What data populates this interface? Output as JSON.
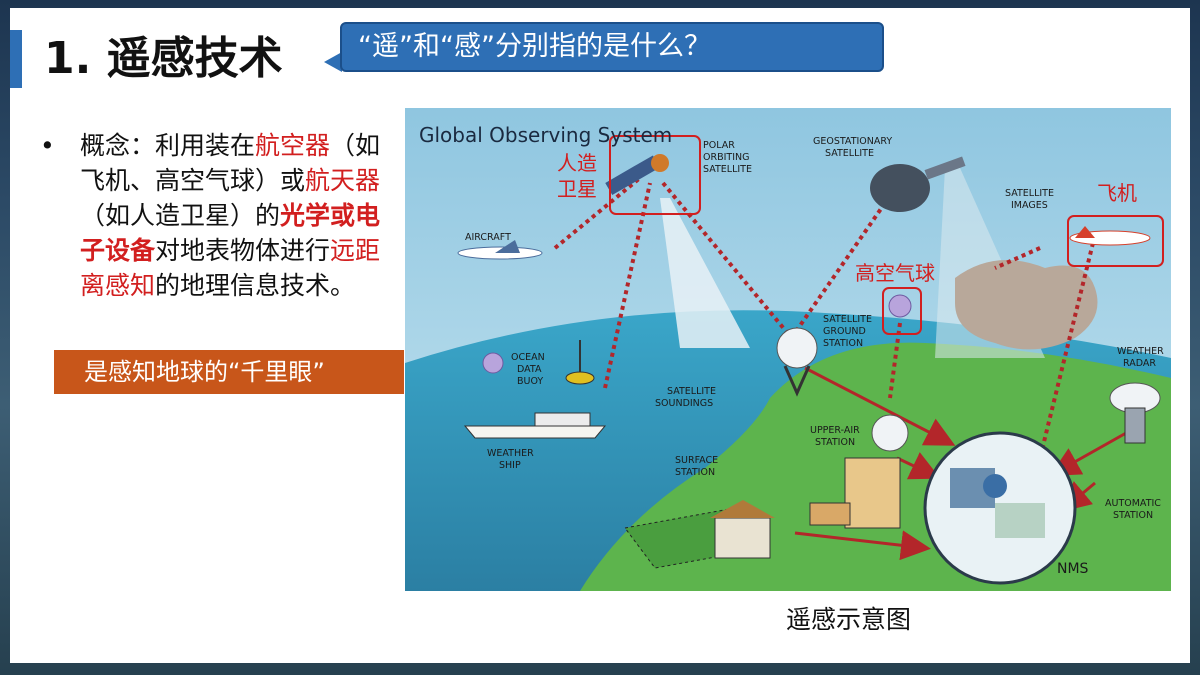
{
  "title": "1. 遥感技术",
  "callout": "“遥”和“感”分别指的是什么？",
  "bullet": {
    "marker": "•",
    "parts": [
      {
        "t": "概念：利用装在",
        "s": ""
      },
      {
        "t": "航空器",
        "s": "red"
      },
      {
        "t": "（如飞机、高空气球）",
        "s": ""
      },
      {
        "t": "或",
        "s": ""
      },
      {
        "t": "航天器",
        "s": "red"
      },
      {
        "t": "（如人造卫星）的",
        "s": ""
      },
      {
        "t": "光学或电子设备",
        "s": "red-b"
      },
      {
        "t": "对地表物体进行",
        "s": ""
      },
      {
        "t": "远距离感知",
        "s": "red"
      },
      {
        "t": "的地理信息技术。",
        "s": ""
      }
    ]
  },
  "highlight": "是感知地球的“千里眼”",
  "figure": {
    "heading": "Global Observing System",
    "labels": {
      "polar_1": "POLAR",
      "polar_2": "ORBITING",
      "polar_3": "SATELLITE",
      "geo_1": "GEOSTATIONARY",
      "geo_2": "SATELLITE",
      "images_1": "SATELLITE",
      "images_2": "IMAGES",
      "aircraft": "AIRCRAFT",
      "ground_1": "SATELLITE",
      "ground_2": "GROUND",
      "ground_3": "STATION",
      "buoy_1": "OCEAN",
      "buoy_2": "DATA",
      "buoy_3": "BUOY",
      "sound_1": "SATELLITE",
      "sound_2": "SOUNDINGS",
      "upper_1": "UPPER-AIR",
      "upper_2": "STATION",
      "wship_1": "WEATHER",
      "wship_2": "SHIP",
      "surface_1": "SURFACE",
      "surface_2": "STATION",
      "radar_1": "WEATHER",
      "radar_2": "RADAR",
      "auto_1": "AUTOMATIC",
      "auto_2": "STATION",
      "nms": "NMS"
    },
    "annotations": {
      "satellite_1": "人造",
      "satellite_2": "卫星",
      "plane": "飞机",
      "balloon": "高空气球"
    }
  },
  "caption": "遥感示意图",
  "colors": {
    "accent_blue": "#2e6fb5",
    "highlight_red": "#d21f1f",
    "orange": "#c8561a",
    "annotation_box": "#d21f1f"
  }
}
